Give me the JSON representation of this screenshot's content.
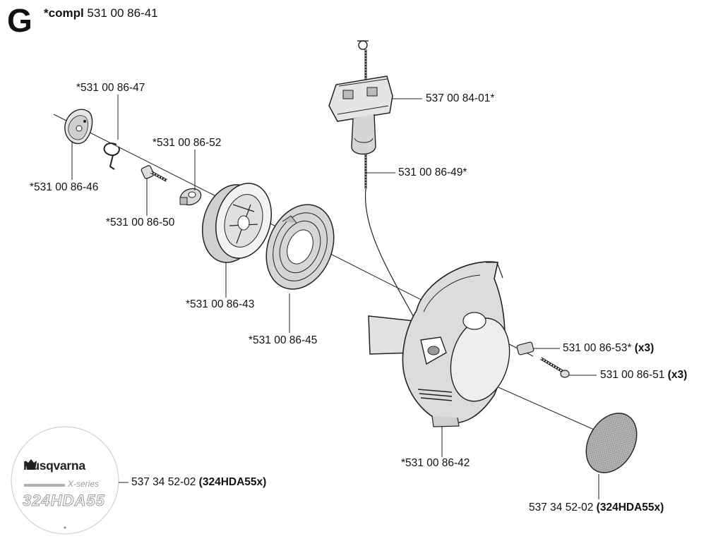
{
  "diagram": {
    "section_letter": "G",
    "kit": {
      "prefix": "*compl",
      "number": "531 00 86-41"
    }
  },
  "brand": {
    "name": "Husqvarna",
    "series": "X-series",
    "model": "324HDA55"
  },
  "parts": [
    {
      "number": "*531 00 86-47",
      "qty": ""
    },
    {
      "number": "*531 00 86-46",
      "qty": ""
    },
    {
      "number": "*531 00 86-52",
      "qty": ""
    },
    {
      "number": "*531 00 86-50",
      "qty": ""
    },
    {
      "number": "*531 00 86-43",
      "qty": ""
    },
    {
      "number": "*531 00 86-45",
      "qty": ""
    },
    {
      "number": "537 00 84-01*",
      "qty": ""
    },
    {
      "number": "531 00 86-49*",
      "qty": ""
    },
    {
      "number": "531 00 86-53*",
      "qty": "(x3)"
    },
    {
      "number": "531 00 86-51",
      "qty": "(x3)"
    },
    {
      "number": "*531 00 86-42",
      "qty": ""
    },
    {
      "number": "537 34 52-02",
      "qty": "(324HDA55x)"
    },
    {
      "number": "537 34 52-02",
      "qty": "(324HDA55x)"
    }
  ]
}
